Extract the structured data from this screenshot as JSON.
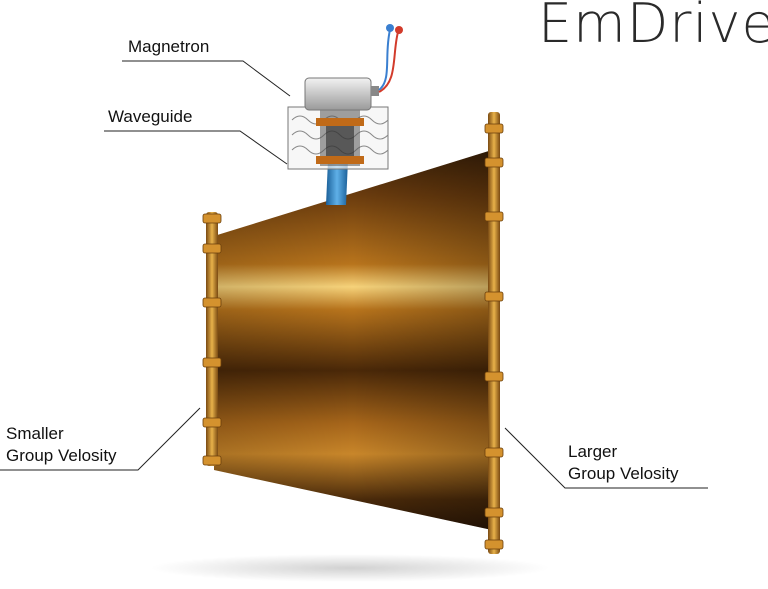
{
  "title": "EmDrive",
  "labels": {
    "magnetron": "Magnetron",
    "waveguide": "Waveguide",
    "smaller": [
      "Smaller",
      "Group Velosity"
    ],
    "larger": [
      "Larger",
      "Group Velosity"
    ]
  },
  "colors": {
    "copper_dark": "#2a1606",
    "copper_mid": "#8a5216",
    "copper_light": "#e0a23a",
    "flange": "#c98a2a",
    "waveguide_blue": "#2f86c8",
    "wire_red": "#d23b2b",
    "wire_blue": "#3a7fd0"
  }
}
